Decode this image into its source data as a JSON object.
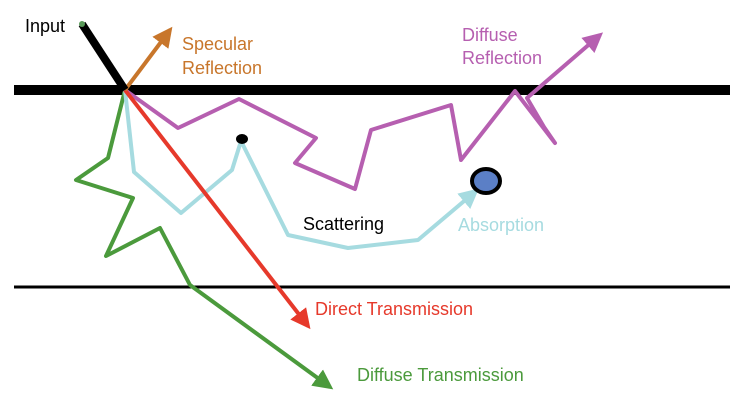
{
  "labels": {
    "input": "Input",
    "specular": [
      "Specular",
      "Reflection"
    ],
    "diffuse_reflection": [
      "Diffuse",
      "Reflection"
    ],
    "scattering": "Scattering",
    "absorption": "Absorption",
    "direct_transmission": "Direct Transmission",
    "diffuse_transmission": "Diffuse Transmission"
  },
  "colors": {
    "input": "#000000",
    "boundary": "#000000",
    "specular": "#c8762b",
    "diffuse_reflection": "#b65fb0",
    "scattering": "#a6dbe0",
    "absorption_fill": "#5b7fc6",
    "direct_transmission": "#e6392b",
    "diffuse_transmission": "#4b9a3c",
    "label_text": "#000000"
  }
}
